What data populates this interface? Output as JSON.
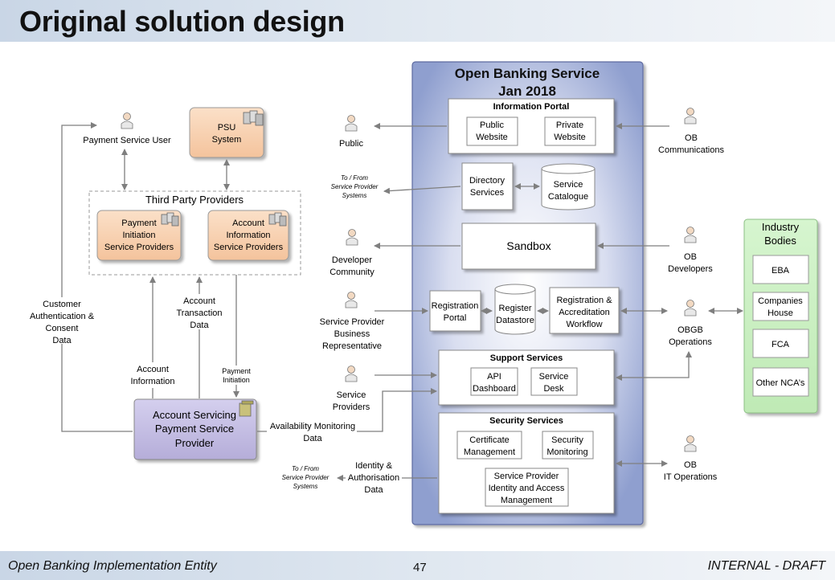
{
  "title": "Original solution design",
  "footer": {
    "left": "Open Banking Implementation Entity",
    "page": "47",
    "right": "INTERNAL - DRAFT"
  },
  "left": {
    "psu_user": "Payment Service User",
    "psu_system": [
      "PSU",
      "System"
    ],
    "tpp_title": "Third Party Providers",
    "pisp": [
      "Payment",
      "Initiation",
      "Service Providers"
    ],
    "aisp": [
      "Account",
      "Information",
      "Service Providers"
    ],
    "aspsp": [
      "Account Servicing",
      "Payment Service",
      "Provider"
    ],
    "customer_auth": [
      "Customer",
      "Authentication &",
      "Consent",
      "Data"
    ],
    "account_info": [
      "Account",
      "Information"
    ],
    "account_txn": [
      "Account",
      "Transaction",
      "Data"
    ],
    "payment_init": [
      "Payment",
      "Initiation"
    ],
    "avail_monitoring": [
      "Availability Monitoring",
      "Data"
    ]
  },
  "obs": {
    "title": [
      "Open Banking Service",
      "Jan 2018"
    ],
    "info_portal": "Information Portal",
    "public_website": [
      "Public",
      "Website"
    ],
    "private_website": [
      "Private",
      "Website"
    ],
    "directory_services": [
      "Directory",
      "Services"
    ],
    "service_catalogue": [
      "Service",
      "Catalogue"
    ],
    "sandbox": "Sandbox",
    "registration_portal": [
      "Registration",
      "Portal"
    ],
    "register_datastore": [
      "Register",
      "Datastore"
    ],
    "reg_accreditation": [
      "Registration &",
      "Accreditation",
      "Workflow"
    ],
    "support_services": "Support Services",
    "api_dashboard": [
      "API",
      "Dashboard"
    ],
    "service_desk": [
      "Service",
      "Desk"
    ],
    "security_services": "Security Services",
    "cert_mgmt": [
      "Certificate",
      "Management"
    ],
    "sec_monitoring": [
      "Security",
      "Monitoring"
    ],
    "sp_iam": [
      "Service Provider",
      "Identity and Access",
      "Management"
    ]
  },
  "actors": {
    "public": "Public",
    "to_from_1": [
      "To / From",
      "Service Provider",
      "Systems"
    ],
    "developer_community": [
      "Developer",
      "Community"
    ],
    "sp_business_rep": [
      "Service Provider",
      "Business",
      "Representative"
    ],
    "service_providers": [
      "Service",
      "Providers"
    ],
    "identity_auth": [
      "Identity &",
      "Authorisation",
      "Data"
    ],
    "to_from_2": [
      "To / From",
      "Service Provider",
      "Systems"
    ],
    "ob_comms": [
      "OB",
      "Communications"
    ],
    "ob_developers": [
      "OB",
      "Developers"
    ],
    "obgb_operations": [
      "OBGB",
      "Operations"
    ],
    "ob_it_ops": [
      "OB",
      "IT Operations"
    ]
  },
  "industry": {
    "title": [
      "Industry",
      "Bodies"
    ],
    "eba": "EBA",
    "companies_house": [
      "Companies",
      "House"
    ],
    "fca": "FCA",
    "other_ncas": "Other NCA’s"
  },
  "colors": {
    "header_bg": "#c9d6e6",
    "obs_panel": "#8f9fcf",
    "tpp_box": "#f8d2b2",
    "aspsp_box": "#c7c1e4",
    "industry_box": "#c6efbf",
    "arrow": "#7f7f7f"
  }
}
